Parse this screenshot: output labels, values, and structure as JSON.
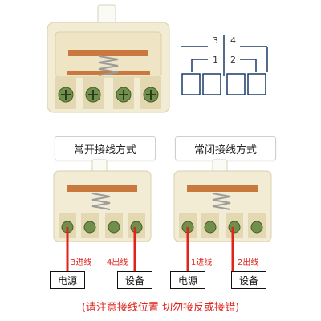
{
  "diagram": {
    "top_left_label": "3",
    "top_right_label": "4",
    "bottom_left_label": "1",
    "bottom_right_label": "2"
  },
  "no_section": {
    "title": "常开接线方式",
    "in_wire": "3进线",
    "out_wire": "4出线",
    "source_box": "电源",
    "device_box": "设备"
  },
  "nc_section": {
    "title": "常闭接线方式",
    "in_wire": "1进线",
    "out_wire": "2出线",
    "source_box": "电源",
    "device_box": "设备"
  },
  "note": "(请注意接线位置 切勿接反或接错)",
  "colors": {
    "wire": "#e0231b",
    "body": "#f3ecd4",
    "copper": "#c9793e",
    "screw": "#6f8f4a"
  }
}
